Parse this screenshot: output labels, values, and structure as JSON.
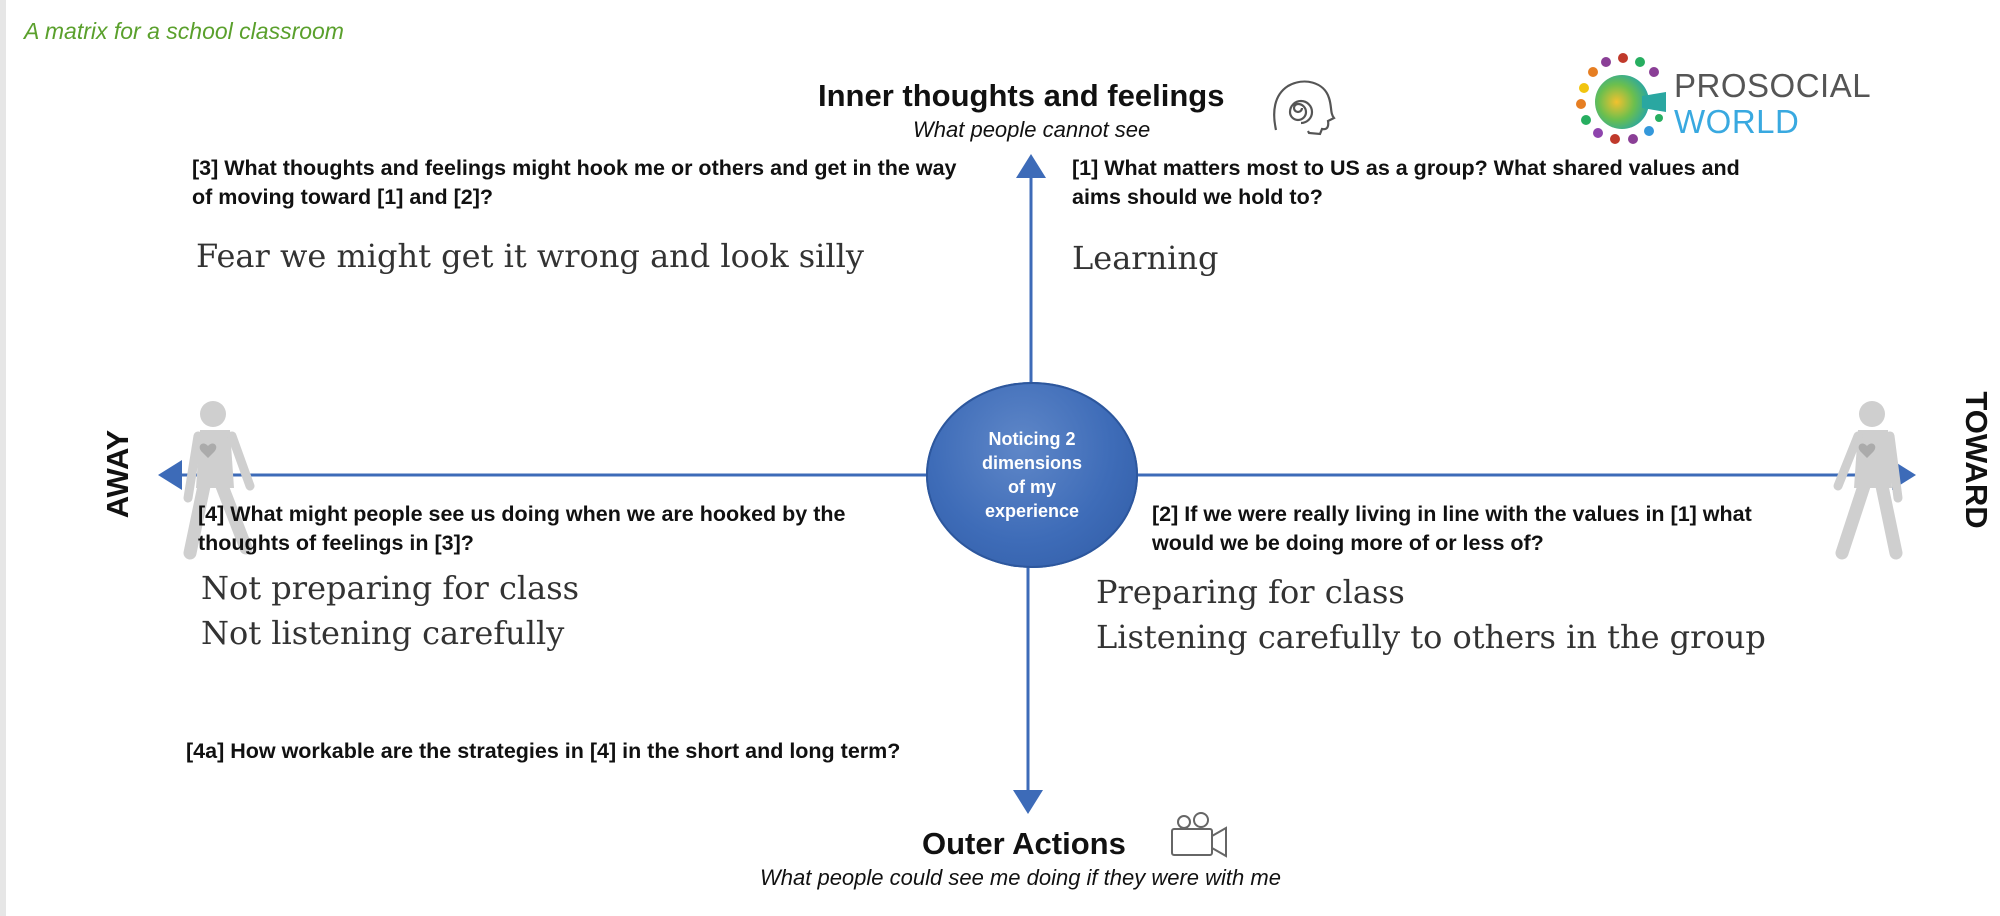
{
  "caption": "A matrix for a school classroom",
  "top": {
    "title": "Inner thoughts and feelings",
    "subtitle": "What people cannot see"
  },
  "bottom": {
    "title": "Outer Actions",
    "subtitle": "What people could see me doing if they were with me"
  },
  "left_label": "AWAY",
  "right_label": "TOWARD",
  "center": {
    "line1": "Noticing 2",
    "line2": "dimensions",
    "line3": "of my",
    "line4": "experience"
  },
  "quadrants": {
    "q3": {
      "q_line1": "[3] What thoughts and feelings might hook me or others and get in the way",
      "q_line2": "of moving toward [1] and [2]?",
      "answers": [
        "Fear we might get it wrong and look silly"
      ]
    },
    "q1": {
      "q_line1": "[1] What matters most to US as a group?  What shared values and",
      "q_line2": "aims should we hold to?",
      "answers": [
        "Learning"
      ]
    },
    "q4": {
      "q_line1": "[4] What might people see us doing when we are hooked by the",
      "q_line2": "thoughts of feelings in [3]?",
      "answers": [
        "Not preparing for class",
        "Not listening carefully"
      ]
    },
    "q2": {
      "q_line1": "[2] If we were really living in line with the values in [1] what",
      "q_line2": "would we be doing more of or less of?",
      "answers": [
        "Preparing for class",
        "Listening carefully to others in the group"
      ]
    },
    "q4a": {
      "q_line1": "[4a] How workable are the strategies in [4] in the short and long term?"
    }
  },
  "logo": {
    "line1": "PROSOCIAL",
    "line2": "WORLD",
    "color1": "#555555",
    "color2": "#39a9e0"
  },
  "colors": {
    "axis": "#3d6bb8",
    "caption": "#5aa02c",
    "figure": "#cfcfcf"
  },
  "icons": {
    "top": "head-spiral-icon",
    "bottom": "video-camera-icon",
    "left": "walking-person-icon",
    "right": "walking-person-icon"
  }
}
